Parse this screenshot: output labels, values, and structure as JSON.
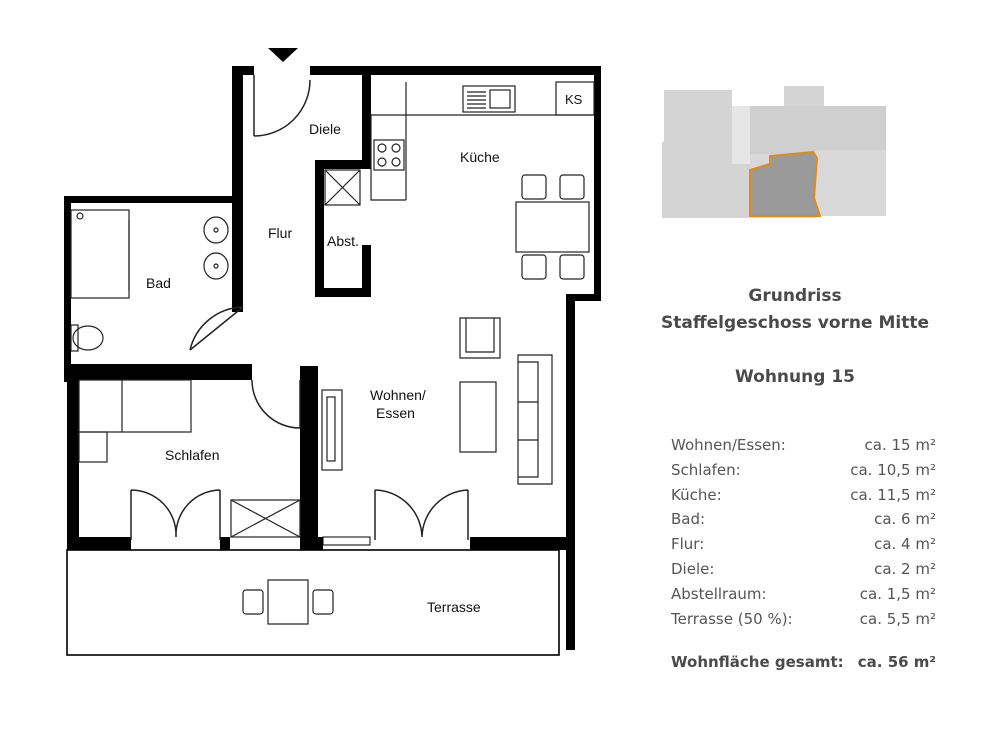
{
  "plan": {
    "rooms": {
      "diele": "Diele",
      "kueche": "Küche",
      "flur": "Flur",
      "abst": "Abst.",
      "bad": "Bad",
      "wohnen_line1": "Wohnen/",
      "wohnen_line2": "Essen",
      "schlafen": "Schlafen",
      "terrasse": "Terrasse",
      "ks": "KS"
    },
    "colors": {
      "wall": "#000000",
      "line": "#222222",
      "keyplan_light": "#d8d8d8",
      "keyplan_mid": "#bdbdbd",
      "keyplan_highlight": "#9a9a9a",
      "keyplan_outline": "#e08a1e"
    },
    "icons": [
      "entrance-arrow-icon",
      "sink-icon",
      "stove-icon",
      "toilet-icon",
      "washbasin-icon"
    ]
  },
  "heading": {
    "line1": "Grundriss",
    "line2": "Staffelgeschoss vorne Mitte",
    "unit": "Wohnung 15"
  },
  "areas": [
    {
      "room": "Wohnen/Essen:",
      "size": "ca. 15 m²"
    },
    {
      "room": "Schlafen:",
      "size": "ca. 10,5 m²"
    },
    {
      "room": "Küche:",
      "size": "ca. 11,5 m²"
    },
    {
      "room": "Bad:",
      "size": "ca. 6 m²"
    },
    {
      "room": "Flur:",
      "size": "ca. 4 m²"
    },
    {
      "room": "Diele:",
      "size": "ca. 2 m²"
    },
    {
      "room": "Abstellraum:",
      "size": "ca. 1,5 m²"
    },
    {
      "room": "Terrasse (50 %):",
      "size": "ca. 5,5 m²"
    }
  ],
  "total": {
    "label": "Wohnfläche gesamt:",
    "value": "ca. 56 m²"
  }
}
